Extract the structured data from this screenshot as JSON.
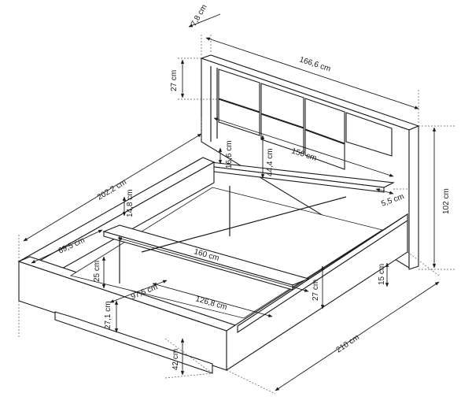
{
  "dimensions": {
    "headboard_depth": "7,8 cm",
    "headboard_width": "166,6 cm",
    "panel_height": "27 cm",
    "shelf_height": "16,6 cm",
    "headboard_upper": "44,4 cm",
    "inner_width": "156 cm",
    "shelf_depth": "5,5 cm",
    "total_height": "102 cm",
    "total_length": "202,2 cm",
    "rail_height": "14,8 cm",
    "side_width": "69,5 cm",
    "mattress_width": "160 cm",
    "inner_height": "25 cm",
    "half_width": "97,5 cm",
    "slat_length": "126,8 cm",
    "side_rail_height": "27 cm",
    "leg_height": "15 cm",
    "frame_height": "27,1 cm",
    "frame_length": "210 cm",
    "plinth_height": "42 cm"
  }
}
